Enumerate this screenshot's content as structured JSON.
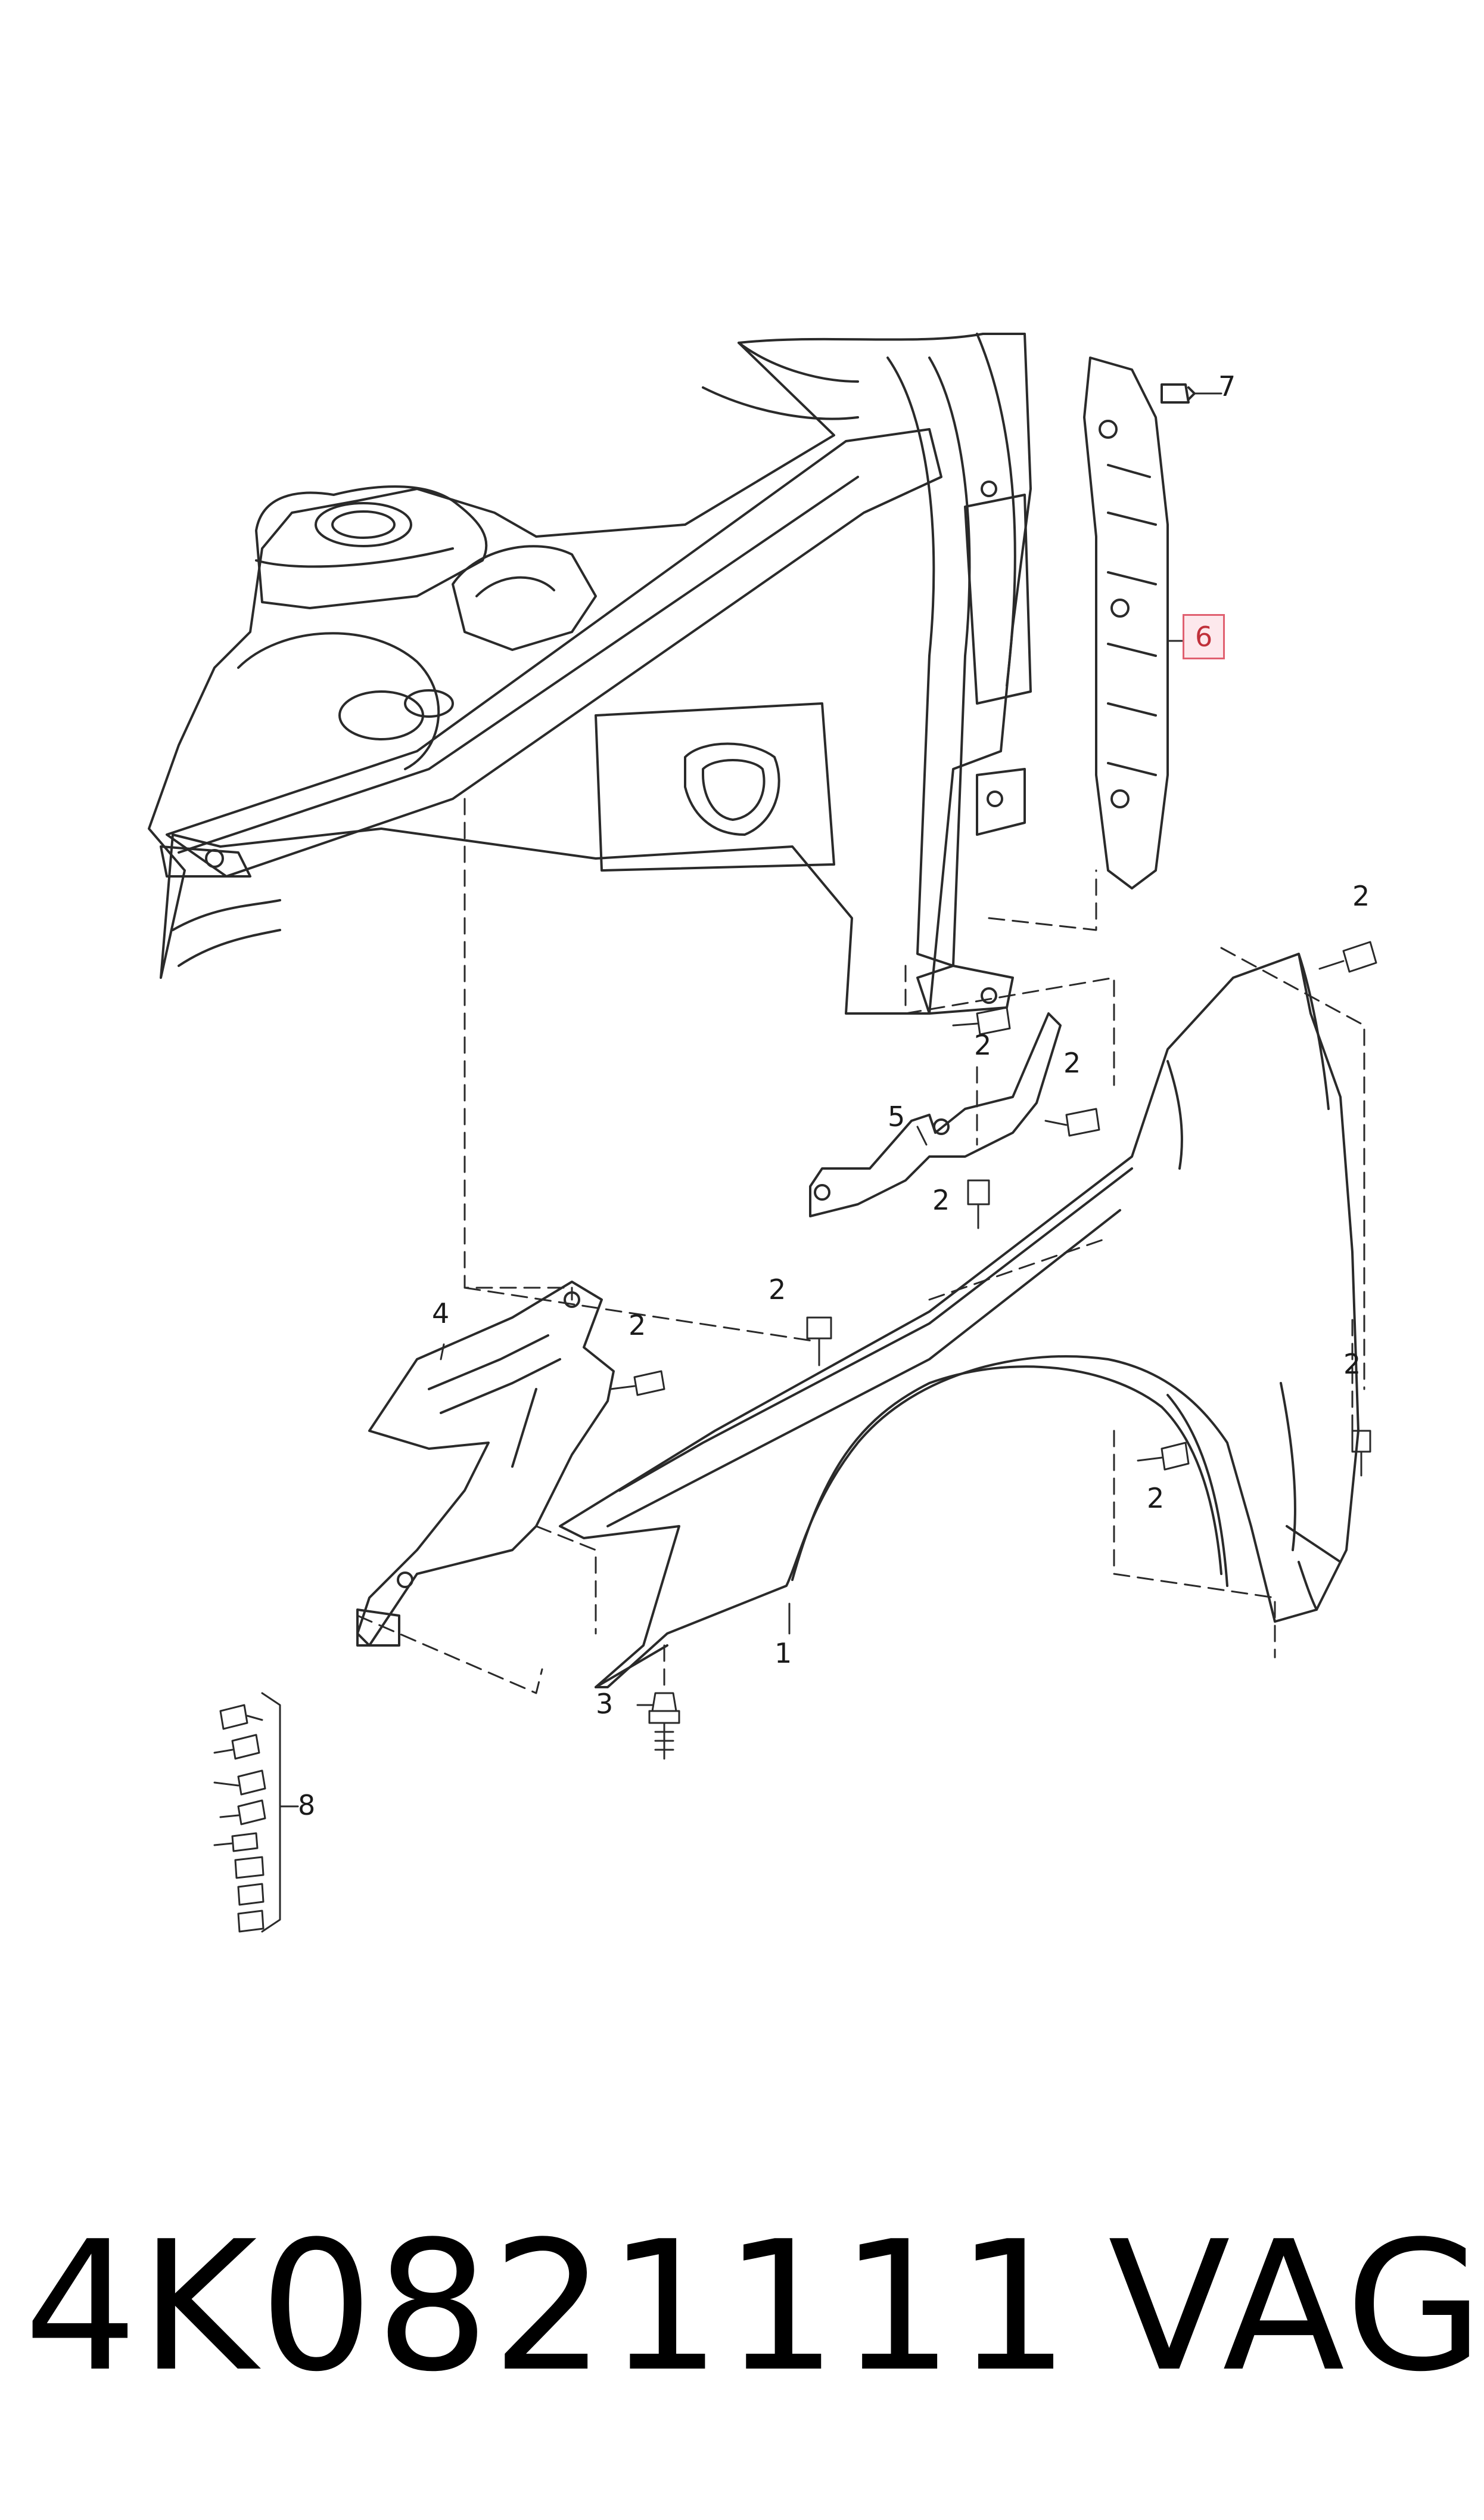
{
  "diagram": {
    "callouts": [
      "1",
      "2",
      "3",
      "4",
      "5",
      "6",
      "7",
      "8"
    ],
    "highlighted_callout": "6",
    "highlight_color": "#e06070",
    "line_color": "#2a2a2a"
  },
  "footer": {
    "part_number": "4K0821111",
    "brand": "VAG"
  }
}
